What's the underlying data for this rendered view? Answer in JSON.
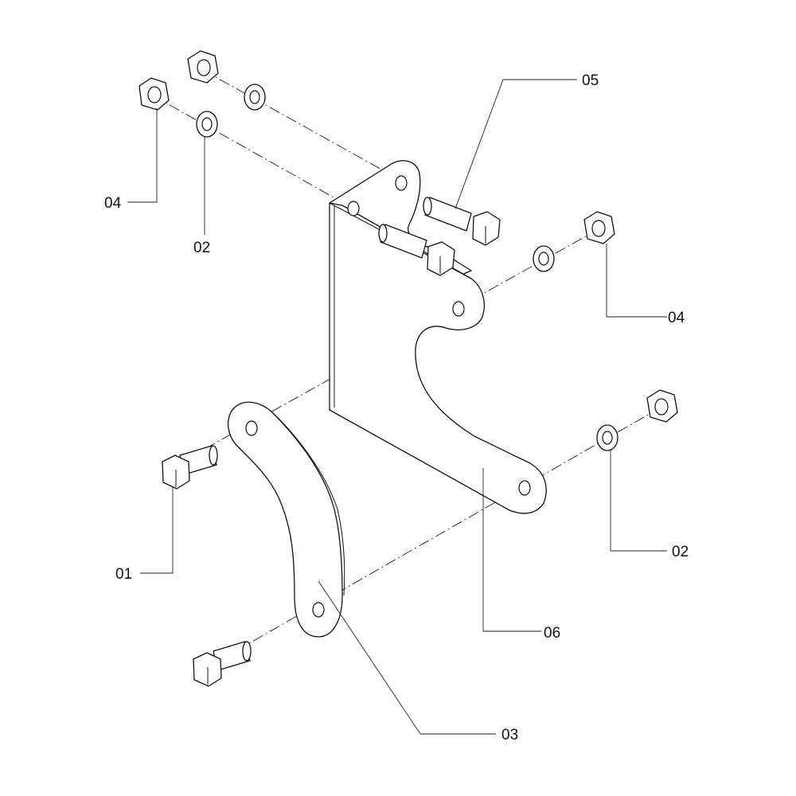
{
  "callouts": {
    "c01": "01",
    "c02_top": "02",
    "c02_right": "02",
    "c03": "03",
    "c04_top": "04",
    "c04_right": "04",
    "c05": "05",
    "c06": "06"
  },
  "colors": {
    "line": "#111111",
    "background": "#ffffff"
  }
}
